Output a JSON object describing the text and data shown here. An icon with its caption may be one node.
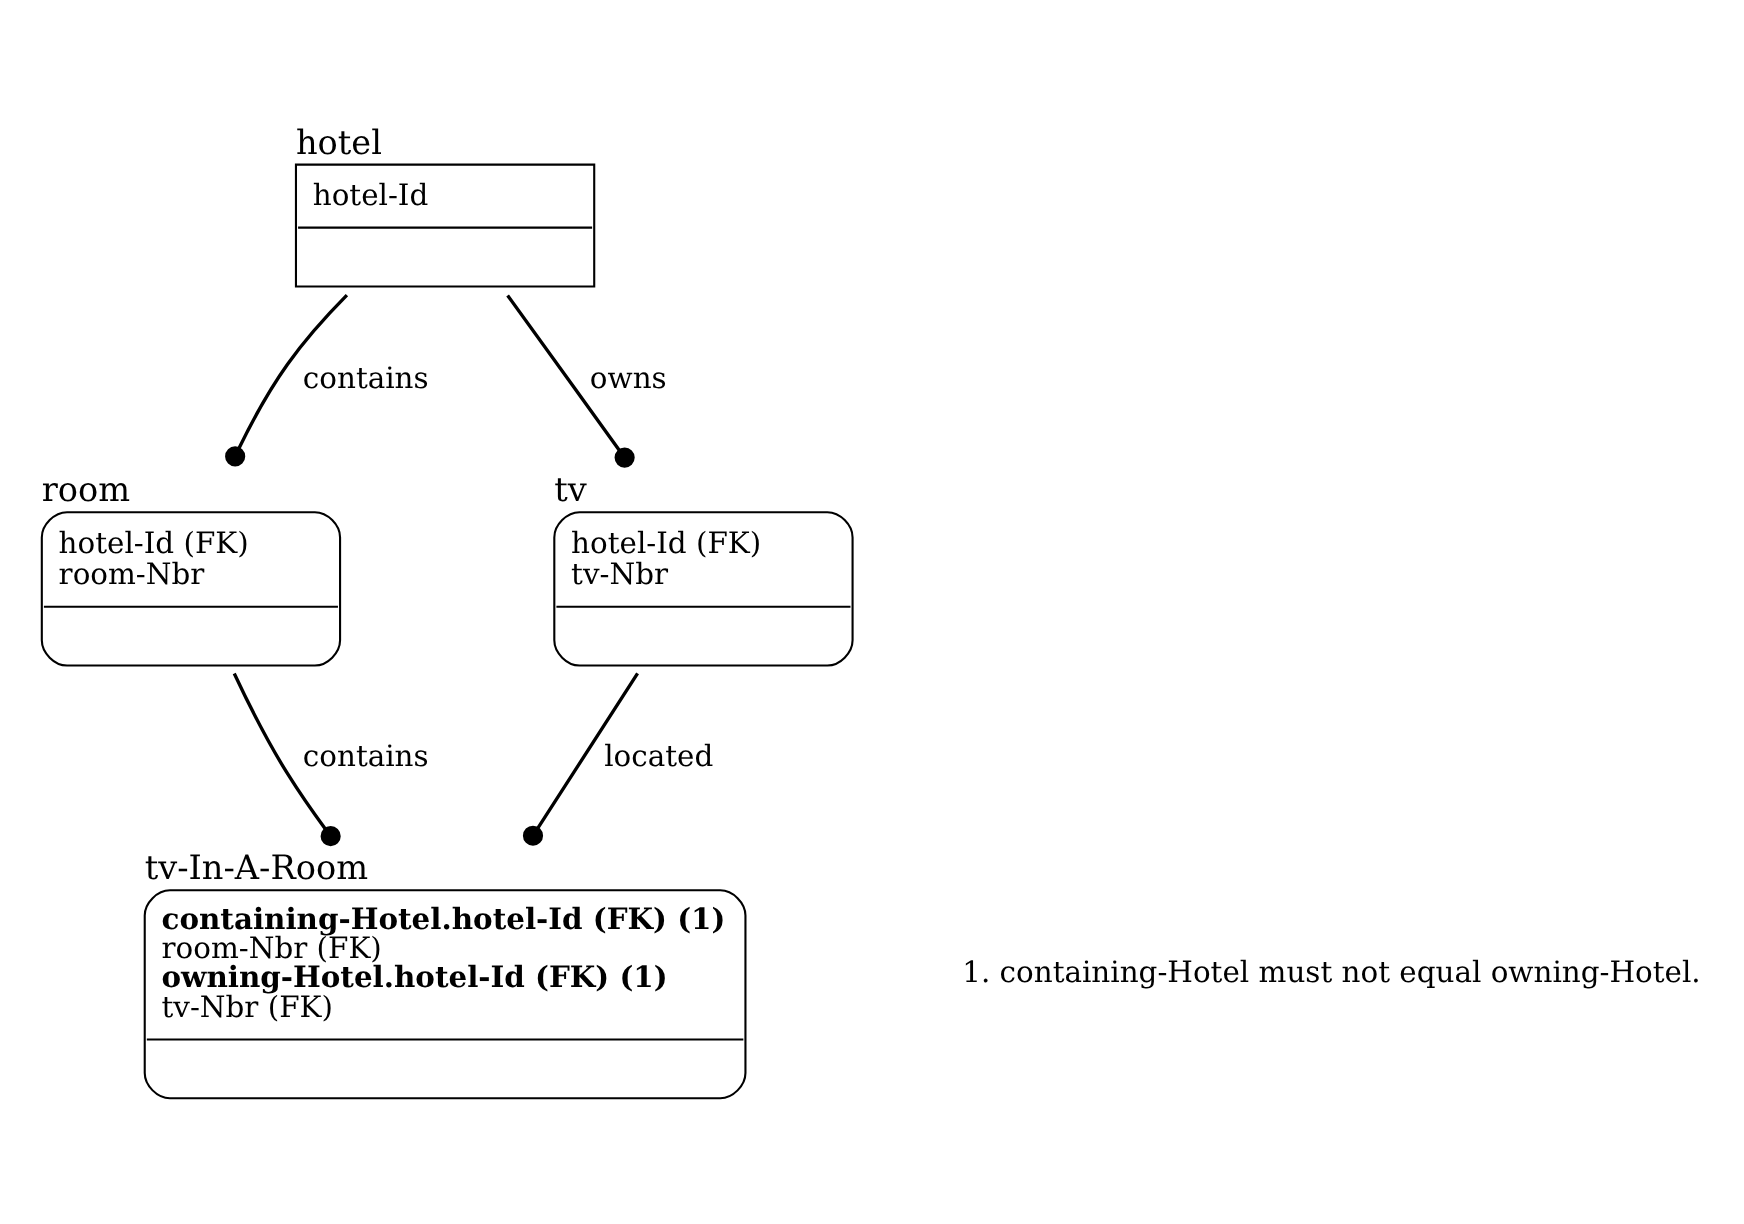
{
  "diagram": {
    "nodes": [
      {
        "text": [
          "hotel",
          "hotel-Id"
        ]
      },
      {
        "text": [
          "room",
          "hotel-Id (FK)",
          "room-Nbr"
        ]
      },
      {
        "text": [
          "tv",
          "hotel-Id (FK)",
          "tv-Nbr"
        ]
      },
      {
        "text": [
          "tv-In-A-Room",
          "containing-Hotel.hotel-Id (FK) (1)",
          "room-Nbr (FK)",
          "owning-Hotel.hotel-Id (FK) (1)",
          "tv-Nbr (FK)"
        ]
      }
    ],
    "edges": [
      {
        "from": 0,
        "to": 1,
        "arrow": "other",
        "label": "contains"
      },
      {
        "from": 0,
        "to": 2,
        "arrow": "other",
        "label": "owns"
      },
      {
        "from": 1,
        "to": 3,
        "arrow": "other",
        "label": "contains"
      },
      {
        "from": 2,
        "to": 3,
        "arrow": "other",
        "label": "located"
      }
    ],
    "labels": [
      "1. containing-Hotel must not equal owning-Hotel."
    ]
  }
}
